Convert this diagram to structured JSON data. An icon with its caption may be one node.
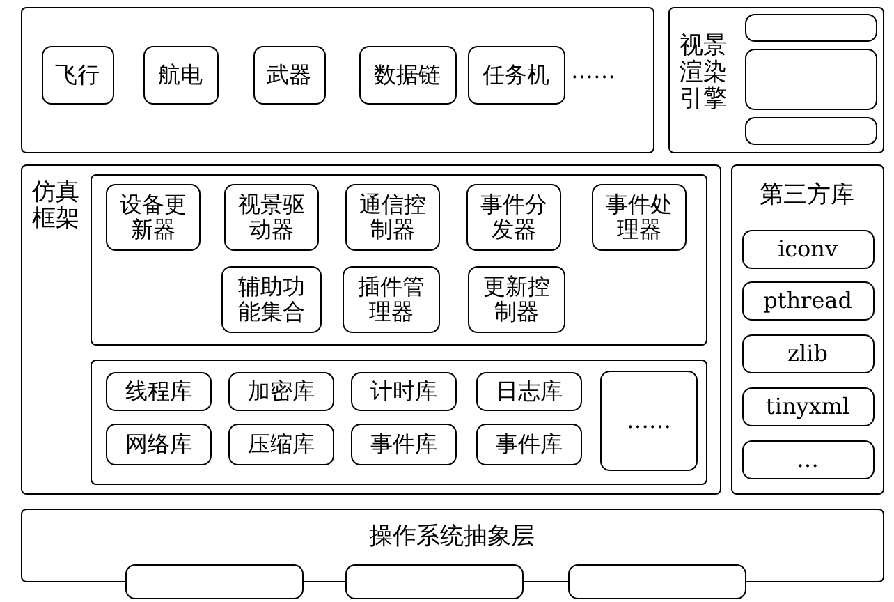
{
  "diagram": {
    "nodes": [
      {
        "text": [],
        "shape": "box"
      },
      {
        "text": [
          "飞行"
        ],
        "in": 0
      },
      {
        "text": [
          "航电"
        ],
        "in": 0
      },
      {
        "text": [
          "武器"
        ],
        "in": 0
      },
      {
        "text": [
          "数据链"
        ],
        "in": 0
      },
      {
        "text": [
          "任务机"
        ],
        "in": 0
      },
      {
        "text": [
          "视景渲染引擎"
        ]
      },
      {
        "text": [],
        "shape": "box",
        "in": 6
      },
      {
        "text": [],
        "shape": "box",
        "in": 6
      },
      {
        "text": [],
        "shape": "box",
        "in": 6
      },
      {
        "text": [
          "仿真框架"
        ]
      },
      {
        "text": [],
        "shape": "box",
        "in": 10
      },
      {
        "text": [
          "设备更新器"
        ],
        "in": 11
      },
      {
        "text": [
          "视景驱动器"
        ],
        "in": 11
      },
      {
        "text": [
          "通信控制器"
        ],
        "in": 11
      },
      {
        "text": [
          "事件分发器"
        ],
        "in": 11
      },
      {
        "text": [
          "事件处理器"
        ],
        "in": 11
      },
      {
        "text": [
          "辅助功能集合"
        ],
        "in": 11
      },
      {
        "text": [
          "插件管理器"
        ],
        "in": 11
      },
      {
        "text": [
          "更新控制器"
        ],
        "in": 11
      },
      {
        "text": [],
        "shape": "box",
        "in": 10
      },
      {
        "text": [
          "线程库"
        ],
        "in": 20
      },
      {
        "text": [
          "加密库"
        ],
        "in": 20
      },
      {
        "text": [
          "计时库"
        ],
        "in": 20
      },
      {
        "text": [
          "日志库"
        ],
        "in": 20
      },
      {
        "text": [
          "……"
        ],
        "in": 20
      },
      {
        "text": [
          "网络库"
        ],
        "in": 20
      },
      {
        "text": [
          "压缩库"
        ],
        "in": 20
      },
      {
        "text": [
          "事件库"
        ],
        "in": 20
      },
      {
        "text": [
          "事件库"
        ],
        "in": 20
      },
      {
        "text": [
          "第三方库"
        ]
      },
      {
        "text": [
          "iconv"
        ],
        "in": 30
      },
      {
        "text": [
          "pthread"
        ],
        "in": 30
      },
      {
        "text": [
          "zlib"
        ],
        "in": 30
      },
      {
        "text": [
          "tinyxml"
        ],
        "in": 30
      },
      {
        "text": [
          "…"
        ],
        "in": 30
      },
      {
        "text": [
          "操作系统抽象层"
        ]
      },
      {
        "text": [],
        "shape": "box"
      },
      {
        "text": [],
        "shape": "box"
      },
      {
        "text": [],
        "shape": "box"
      }
    ],
    "edges": [],
    "labels": [
      "……"
    ]
  }
}
